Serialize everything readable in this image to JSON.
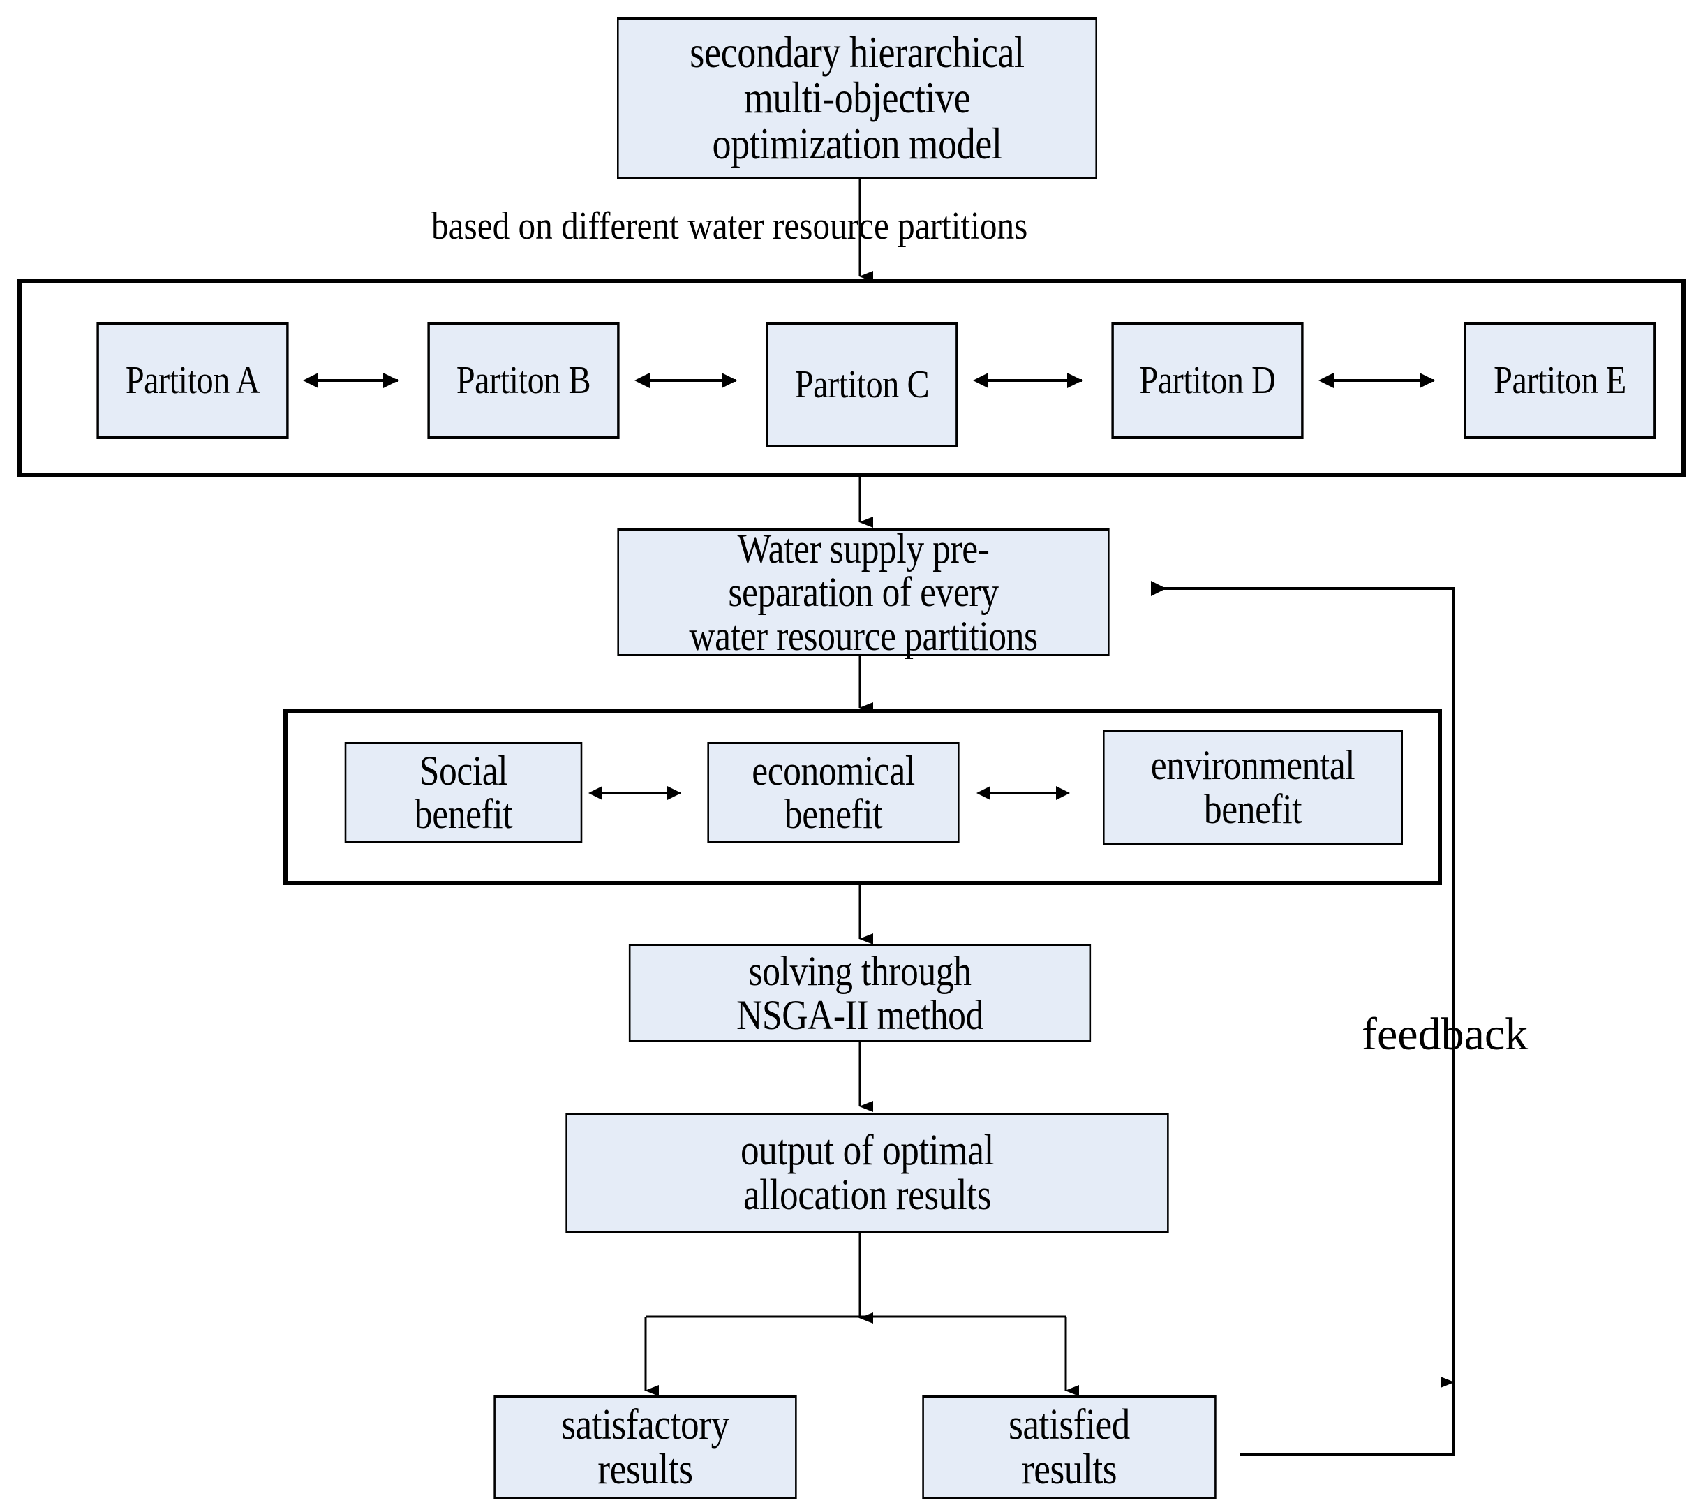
{
  "diagram": {
    "title_node": {
      "label": "secondary hierarchical\nmulti-objective\noptimization model"
    },
    "edge_labels": {
      "based_on": "based on  different water resource partitions",
      "feedback": "feedback"
    },
    "partition_group": {
      "nodes": [
        {
          "label": "Partiton A"
        },
        {
          "label": "Partiton B"
        },
        {
          "label": "Partiton C"
        },
        {
          "label": "Partiton D"
        },
        {
          "label": "Partiton E"
        }
      ]
    },
    "pre_separation_node": {
      "label": "Water supply pre-\nseparation of every\nwater resource partitions"
    },
    "benefit_group": {
      "nodes": [
        {
          "label": "Social\nbenefit"
        },
        {
          "label": "economical\nbenefit"
        },
        {
          "label": "environmental\nbenefit"
        }
      ]
    },
    "solving_node": {
      "label": "solving through\nNSGA-II method"
    },
    "output_node": {
      "label": "output of optimal\nallocation results"
    },
    "result_nodes": [
      {
        "label": "satisfactory\nresults"
      },
      {
        "label": "satisfied\nresults"
      }
    ],
    "colors": {
      "node_fill": "#e5ecf7",
      "stroke": "#000000",
      "background": "#ffffff"
    }
  }
}
